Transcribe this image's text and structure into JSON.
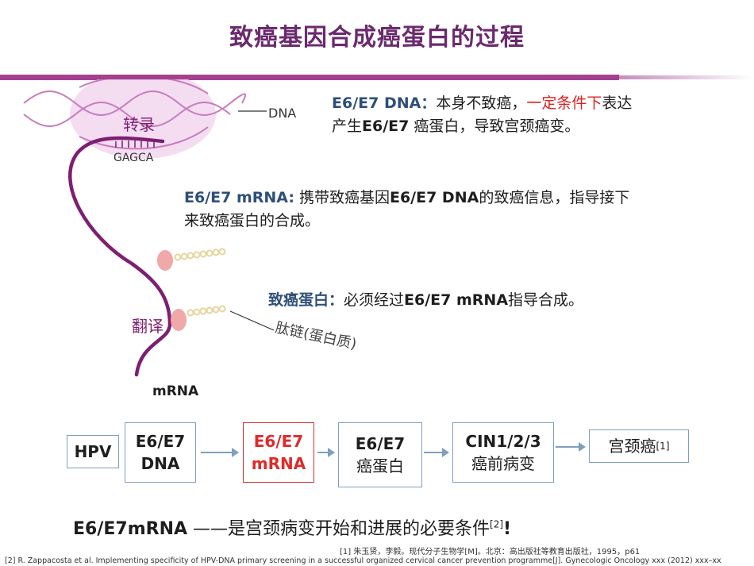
{
  "title": "致癌基因合成癌蛋白的过程",
  "illustration": {
    "dna_label": "DNA",
    "transcription_label": "转录",
    "sequence_label": "GAGCA",
    "translation_label": "翻译",
    "peptide_label": "肽链(蛋白质)",
    "mrna_label": "mRNA"
  },
  "descriptions": {
    "dna": {
      "lead": "E6/E7 DNA：",
      "text1": "本身不致癌，",
      "highlight": "一定条件下",
      "text2": "表达",
      "line2_a": "产生",
      "line2_bold": "E6/E7",
      "line2_b": " 癌蛋白，导致宫颈癌变。"
    },
    "mrna": {
      "lead": "E6/E7 mRNA:",
      "text1": " 携带致癌基因",
      "bold": "E6/E7 DNA",
      "text2": "的致癌信息，指导接下",
      "line2": "来致癌蛋白的合成。"
    },
    "protein": {
      "lead": "致癌蛋白：",
      "text1": "必须经过",
      "bold": "E6/E7 mRNA",
      "text2": "指导合成。"
    }
  },
  "flow": {
    "boxes": [
      {
        "line1": "HPV",
        "line2": ""
      },
      {
        "line1": "E6/E7",
        "line2": "DNA"
      },
      {
        "line1": "E6/E7",
        "line2": "mRNA"
      },
      {
        "line1": "E6/E7",
        "line2": "癌蛋白"
      },
      {
        "line1": "CIN1/2/3",
        "line2": "癌前病变"
      },
      {
        "line1": "宫颈癌",
        "line2": "",
        "sup": "[1]"
      }
    ],
    "highlight_color": "#e02a2a",
    "border_color": "#7f9fbf"
  },
  "conclusion": {
    "term": "E6/E7mRNA",
    "dash": " ——",
    "text": "是宫颈病变开始和进展的必要条件",
    "sup": "[2]",
    "end": "!"
  },
  "references": {
    "ref1": "[1] 朱玉贤，李毅。现代分子生物学[M]。北京：高出版社等教育出版社，1995，p61",
    "ref2": "[2] R. Zappacosta et al. Implementing specificity of HPV-DNA  primary screening in a successful organized cervical cancer prevention programme[J]. Gynecologic Oncology xxx (2012) xxx–xx"
  },
  "colors": {
    "title": "#6b2a6e",
    "rule": "#a3408f",
    "strand": "#7d1f72",
    "lead_text": "#2f4f7a",
    "highlight": "#e02020"
  }
}
